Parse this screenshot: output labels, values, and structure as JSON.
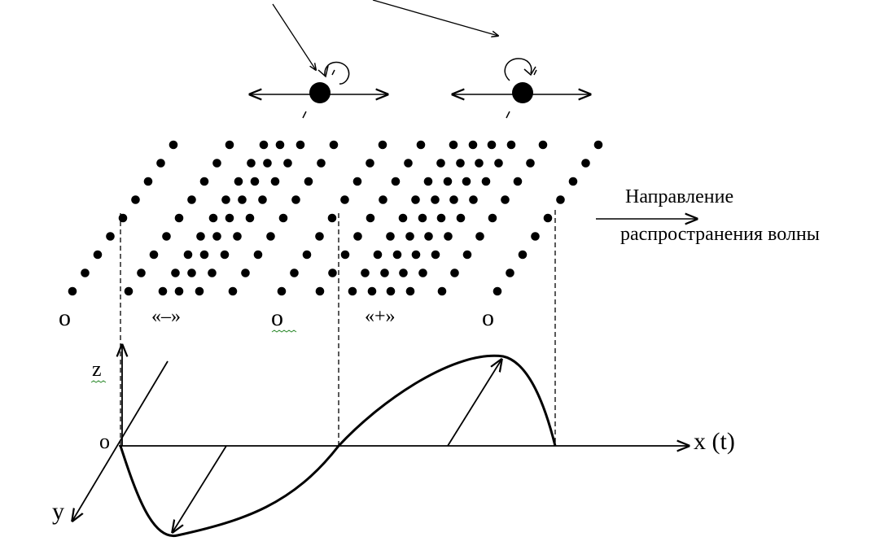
{
  "title": "",
  "labels": {
    "direction_line1": "Направление",
    "direction_line2": "распространения волны",
    "node_left": "о",
    "node_middle": "о",
    "node_right": "о",
    "charge_minus": "«–»",
    "charge_plus": "«+»",
    "axis_z": "z",
    "axis_origin": "о",
    "axis_x": "x (t)",
    "axis_y": "y"
  },
  "colors": {
    "ink": "#000000",
    "spellcheck_underline": "#2e8b2e",
    "background": "#ffffff"
  },
  "icons": [
    "rotation-arrow-icon",
    "double-headed-arrow-icon"
  ]
}
